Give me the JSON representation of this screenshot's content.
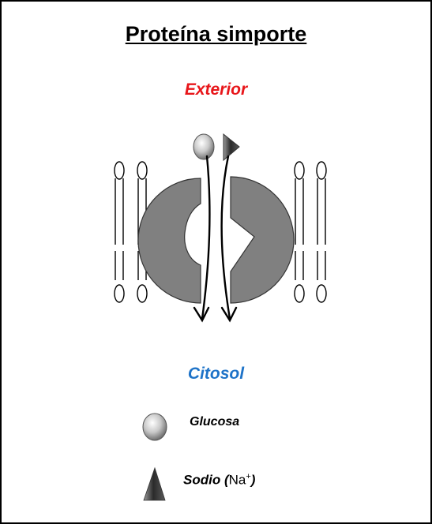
{
  "title": "Proteína simporte",
  "labels": {
    "exterior": "Exterior",
    "citosol": "Citosol"
  },
  "legend": {
    "glucose": {
      "label": "Glucosa",
      "icon": "glucose-sphere-icon"
    },
    "sodium": {
      "word": "Sodio",
      "open_paren": "(",
      "symbol": "Na",
      "charge": "+",
      "close_paren": ")",
      "icon": "sodium-triangle-icon"
    }
  },
  "colors": {
    "exterior": "#e8161a",
    "citosol": "#1e73c8",
    "protein": "#808080",
    "border": "#000000"
  }
}
